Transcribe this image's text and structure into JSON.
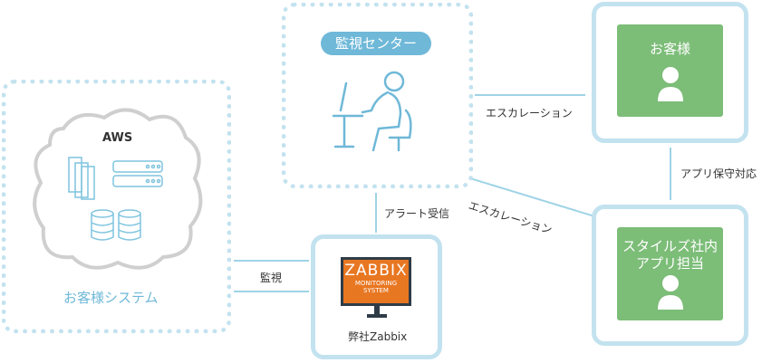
{
  "customer_system": {
    "cloud_title": "AWS",
    "label": "お客様システム"
  },
  "monitoring_center": {
    "title": "監視センター"
  },
  "zabbix": {
    "screen_title": "ZABBIX",
    "screen_sub1": "MONITORING",
    "screen_sub2": "SYSTEM",
    "caption": "弊社Zabbix"
  },
  "customer": {
    "title": "お客様"
  },
  "styles_app": {
    "title_line1": "スタイルズ社内",
    "title_line2": "アプリ担当"
  },
  "connectors": {
    "monitor": "監視",
    "alert_receive": "アラート受信",
    "escalation_top": "エスカレーション",
    "escalation_diag": "エスカレーション",
    "app_maintenance": "アプリ保守対応"
  },
  "colors": {
    "accent_blue": "#6fb8d8",
    "line_blue": "#9ed3e6",
    "box_border": "#c3e2ef",
    "green": "#7cbd78",
    "zabbix_orange": "#e87722"
  }
}
